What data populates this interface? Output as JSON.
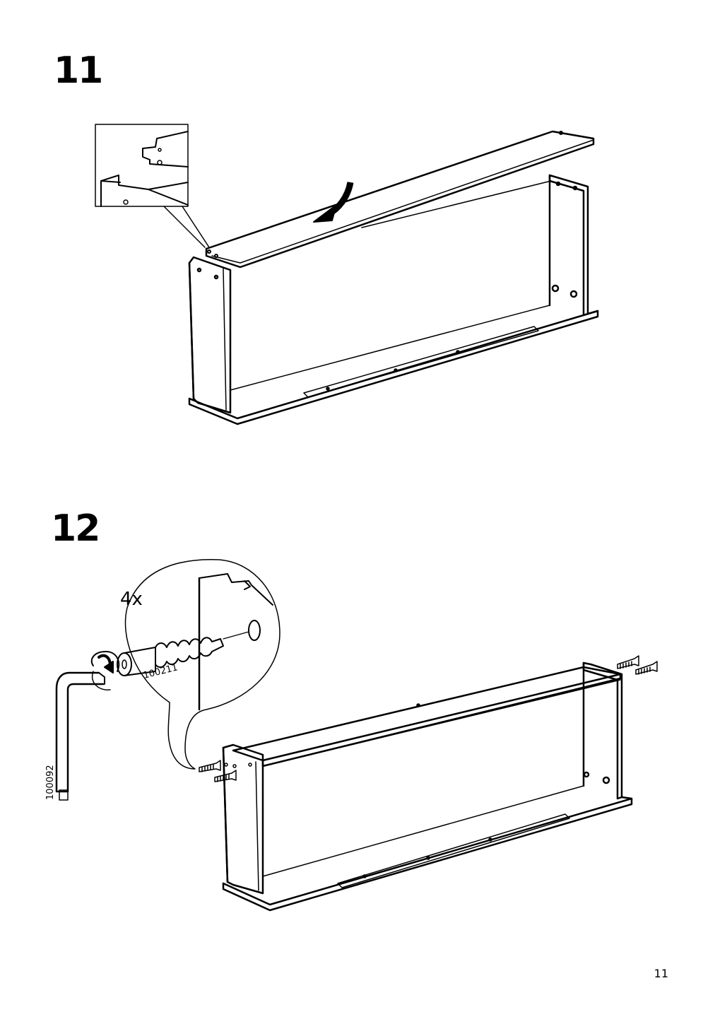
{
  "steps": [
    {
      "number": "11"
    },
    {
      "number": "12",
      "quantity": "4x",
      "part_code": "100211",
      "tool_code": "100092"
    }
  ],
  "page_number": "11"
}
